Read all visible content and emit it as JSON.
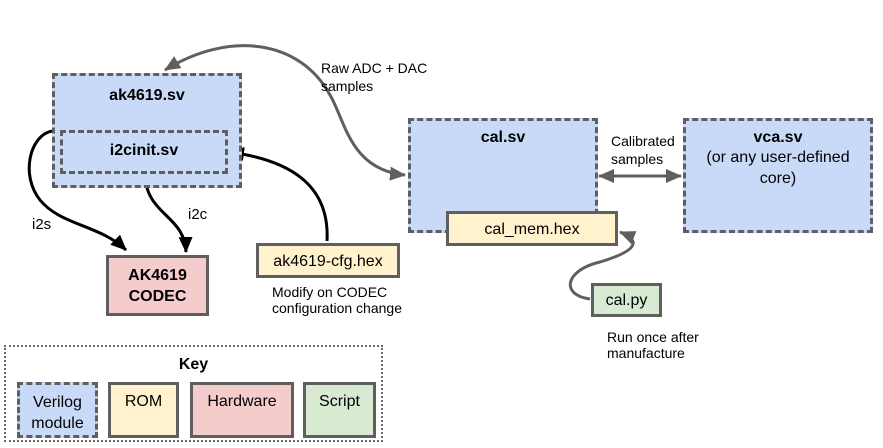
{
  "modules": {
    "ak4619": {
      "title": "ak4619.sv"
    },
    "i2cinit": {
      "title": "i2cinit.sv"
    },
    "cal": {
      "title": "cal.sv"
    },
    "vca": {
      "title": "vca.sv",
      "subtitle": "(or any user-defined core)"
    }
  },
  "rom": {
    "cfg_hex": "ak4619-cfg.hex",
    "cal_mem_hex": "cal_mem.hex"
  },
  "hardware": {
    "codec_line1": "AK4619",
    "codec_line2": "CODEC"
  },
  "script": {
    "cal_py": "cal.py"
  },
  "edge_labels": {
    "raw_samples_1": "Raw ADC + DAC",
    "raw_samples_2": "samples",
    "calibrated_1": "Calibrated",
    "calibrated_2": "samples",
    "i2s": "i2s",
    "i2c": "i2c"
  },
  "notes": {
    "cfg_note_1": "Modify on CODEC",
    "cfg_note_2": "configuration change",
    "calpy_note_1": "Run once after",
    "calpy_note_2": "manufacture"
  },
  "key": {
    "title": "Key",
    "verilog_1": "Verilog",
    "verilog_2": "module",
    "rom": "ROM",
    "hardware": "Hardware",
    "script": "Script"
  },
  "colors": {
    "verilog": "#c9daf8",
    "rom": "#fff2cc",
    "hardware": "#f4cccc",
    "script": "#d9ead3",
    "border": "#5f5f5f"
  }
}
